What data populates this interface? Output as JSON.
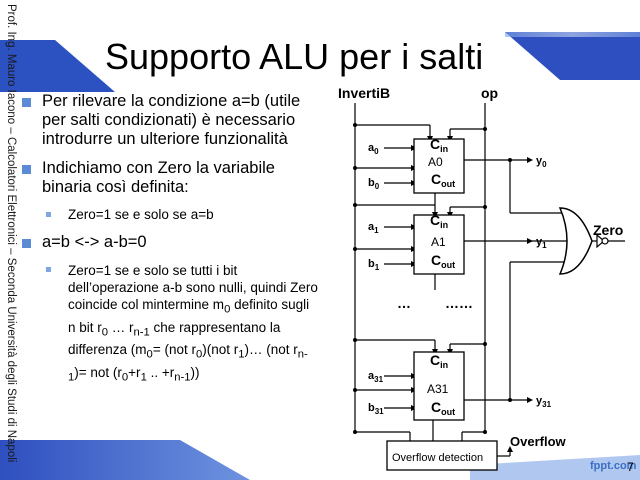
{
  "slide": {
    "author_vertical": "Prof. Ing. Mauro Iacono – Calcolatori Elettronici – Seconda Università degli Studi di Napoli",
    "title": "Supporto ALU per i salti",
    "bullets": [
      "Per rilevare la condizione a=b (utile per salti condizionati) è necessario introdurre un ulteriore funzionalità",
      "Indichiamo con Zero la variabile binaria così definita:"
    ],
    "sub_bullet_1": "Zero=1 se e solo se a=b",
    "bullet_3": "a=b <-> a-b=0",
    "sub_bullet_2": {
      "t1": "Zero=1 se e solo se tutti i bit dell’operazione a-b sono nulli, quindi Zero coincide col mintermine m",
      "m_sub": "0",
      "t2": " definito sugli n bit r",
      "r0_sub": "0",
      "t3": " … r",
      "rn1_sub": "n-1",
      "t4": " che rappresentano la differenza (m",
      "t5": "= (not r",
      "t6": ")(not r",
      "r1_sub": "1",
      "t7": ")… (not r",
      "t8": ")= not (r",
      "t9": "+r",
      "t10": " .. +r",
      "t11": "))"
    },
    "page_number": "7",
    "logo_text": "fppt.com"
  },
  "diagram": {
    "invertib": "InvertiB",
    "op": "op",
    "zero": "Zero",
    "overflow": "Overflow",
    "overflow_detection": "Overflow detection",
    "dots_left": "…",
    "dots_right": "……",
    "cin": "C",
    "cin_sub": "in",
    "cout": "C",
    "cout_sub": "out",
    "alus": [
      {
        "name": "A0",
        "a": "a",
        "a_sub": "0",
        "b": "b",
        "b_sub": "0",
        "y": "y",
        "y_sub": "0"
      },
      {
        "name": "A1",
        "a": "a",
        "a_sub": "1",
        "b": "b",
        "b_sub": "1",
        "y": "y",
        "y_sub": "1"
      },
      {
        "name": "A31",
        "a": "a",
        "a_sub": "31",
        "b": "b",
        "b_sub": "31",
        "y": "y",
        "y_sub": "31"
      }
    ],
    "colors": {
      "slide_blue": "#2e4fbf",
      "light_blue": "#7da2e6",
      "bullet_blue": "#5b8bd4"
    }
  }
}
